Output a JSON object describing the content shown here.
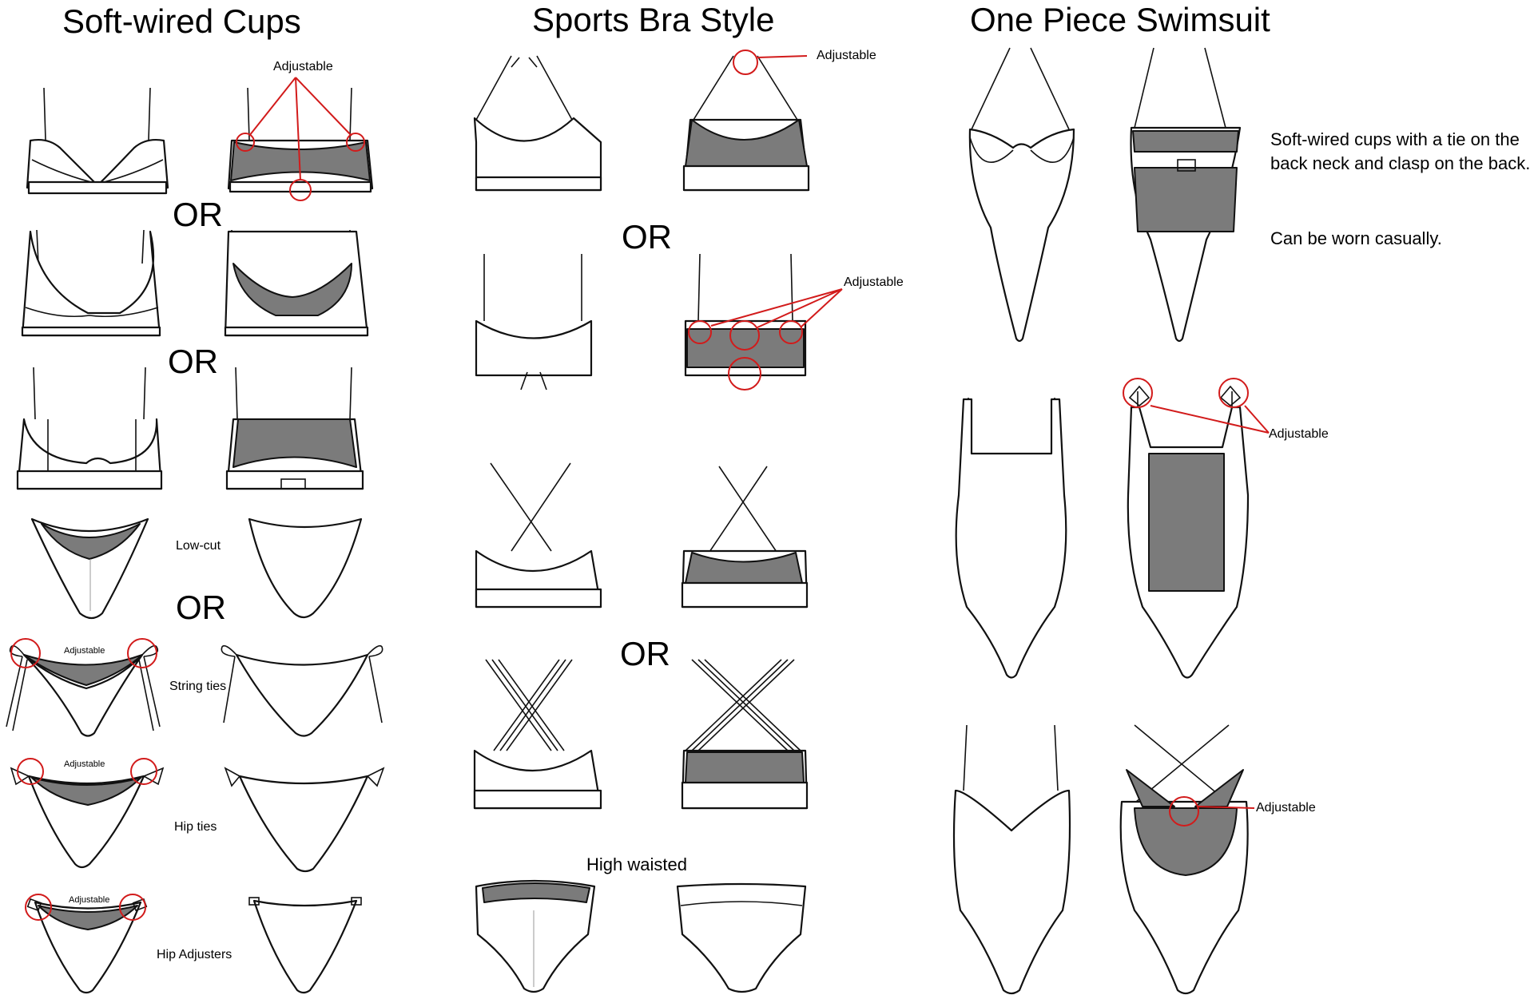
{
  "columns": {
    "softwired": {
      "title": "Soft-wired Cups"
    },
    "sports": {
      "title": "Sports Bra Style"
    },
    "onepiece": {
      "title": "One Piece Swimsuit"
    }
  },
  "separators": {
    "or": "OR"
  },
  "labels": {
    "adjustable": "Adjustable",
    "low_cut": "Low-cut",
    "string_ties": "String ties",
    "hip_ties": "Hip ties",
    "hip_adjusters": "Hip Adjusters",
    "high_waisted": "High waisted"
  },
  "description": {
    "line1": "Soft-wired cups with a tie on the back neck and clasp on the back.",
    "line2": "Can be worn casually."
  },
  "colors": {
    "outline": "#111111",
    "fabric_inside": "#7b7b7b",
    "annotation": "#d21b1b"
  }
}
